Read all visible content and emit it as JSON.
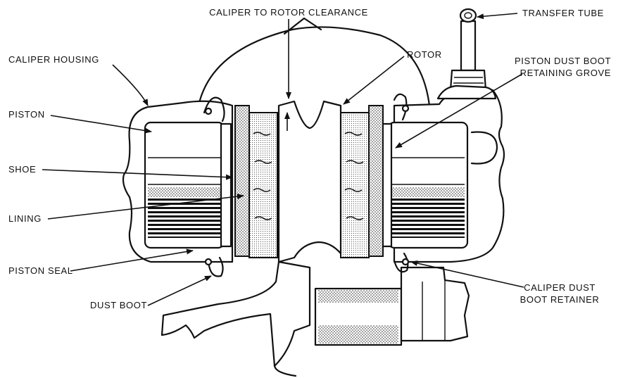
{
  "labels": {
    "clearance": "CALIPER TO ROTOR CLEARANCE",
    "transfer_tube": "TRANSFER TUBE",
    "caliper_housing": "CALIPER HOUSING",
    "rotor": "ROTOR",
    "retaining_grove_1": "PISTON DUST BOOT",
    "retaining_grove_2": "RETAINING GROVE",
    "piston": "PISTON",
    "shoe": "SHOE",
    "lining": "LINING",
    "piston_seal": "PISTON SEAL",
    "dust_boot": "DUST BOOT",
    "boot_retainer_1": "CALIPER DUST",
    "boot_retainer_2": "BOOT RETAINER"
  }
}
